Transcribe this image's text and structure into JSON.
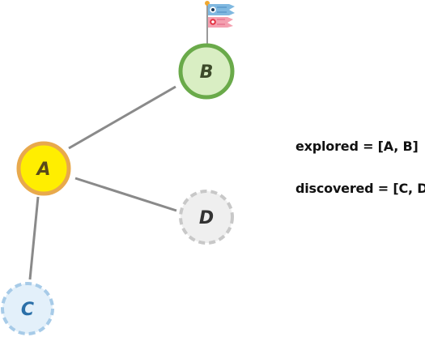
{
  "graph": {
    "nodes": [
      {
        "id": "A",
        "label": "A",
        "state": "explored-current",
        "fill": "#ffee00",
        "stroke": "#e8a94c"
      },
      {
        "id": "B",
        "label": "B",
        "state": "explored-flagged",
        "fill": "#d9eec3",
        "stroke": "#6aaa4a"
      },
      {
        "id": "C",
        "label": "C",
        "state": "discovered",
        "fill": "#e3f0fa",
        "stroke": "#a7cbe8",
        "text_color": "#2a6fa8"
      },
      {
        "id": "D",
        "label": "D",
        "state": "discovered",
        "fill": "#efefef",
        "stroke": "#c8c8c8",
        "text_color": "#333333"
      }
    ],
    "edges": [
      {
        "from": "A",
        "to": "B"
      },
      {
        "from": "A",
        "to": "D"
      },
      {
        "from": "A",
        "to": "C"
      }
    ],
    "edge_color": "#8a8a8a",
    "flag_icon": "koinobori-flags-icon"
  },
  "state": {
    "explored_text": "explored = [A, B]",
    "discovered_text": "discovered = [C, D]"
  }
}
